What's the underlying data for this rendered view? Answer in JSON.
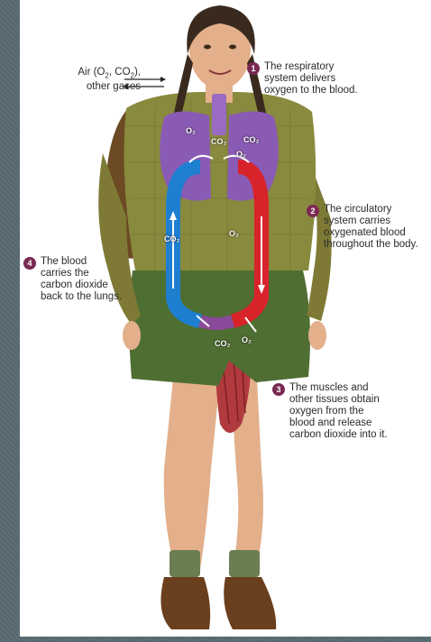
{
  "air_label": {
    "line1_prefix": "Air (O",
    "sub1": "2",
    "mid": ", CO",
    "sub2": "2",
    "line1_suffix": "),",
    "line2": "other gases"
  },
  "steps": [
    {
      "num": "1",
      "text": "The respiratory\nsystem delivers\noxygen to the blood."
    },
    {
      "num": "2",
      "text": "The circulatory\nsystem carries\noxygenated blood\nthroughout the body."
    },
    {
      "num": "3",
      "text": "The muscles and\nother tissues obtain\noxygen from the\nblood and release\ncarbon dioxide into it."
    },
    {
      "num": "4",
      "text": "The blood\ncarries the\ncarbon dioxide\nback to the lungs."
    }
  ],
  "gas_labels": {
    "o2": "O₂",
    "co2": "CO₂"
  },
  "colors": {
    "oxygenated": "#d8232a",
    "deoxygenated": "#1e7fd1",
    "lungs": "#8a5bb4",
    "badge": "#7a2a52"
  }
}
